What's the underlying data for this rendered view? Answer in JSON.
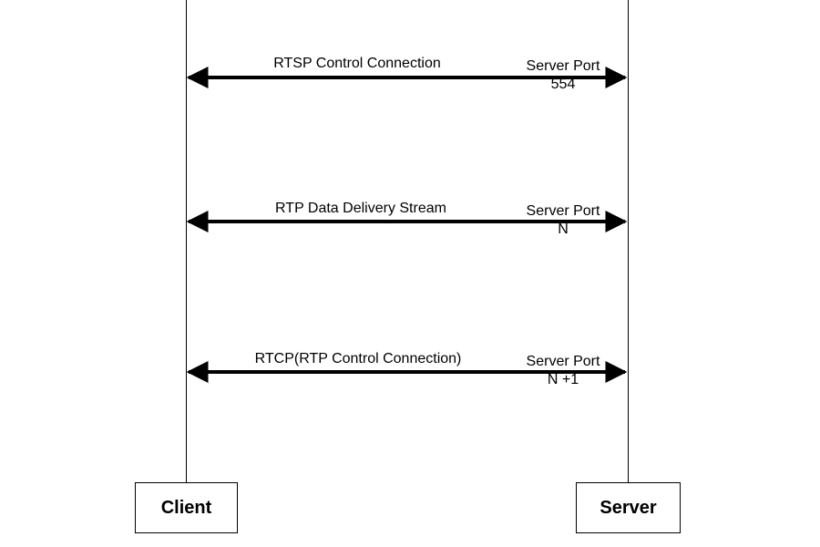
{
  "participants": {
    "client": "Client",
    "server": "Server"
  },
  "messages": [
    {
      "label": "RTSP Control Connection",
      "port_label": "Server Port",
      "port_value": "554"
    },
    {
      "label": "RTP Data Delivery Stream",
      "port_label": "Server Port",
      "port_value": "N"
    },
    {
      "label": "RTCP(RTP Control Connection)",
      "port_label": "Server Port",
      "port_value": "N +1"
    }
  ],
  "colors": {
    "line": "#000000",
    "background": "#ffffff"
  }
}
